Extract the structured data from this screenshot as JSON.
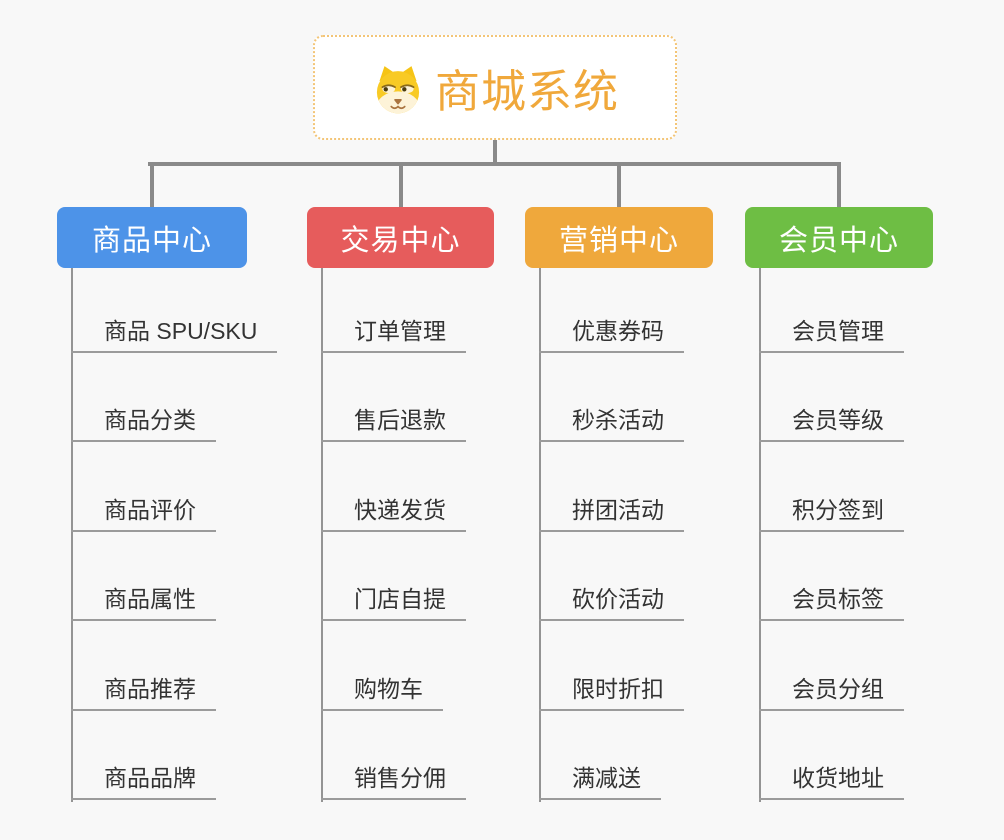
{
  "canvas": {
    "background_color": "#f8f8f8"
  },
  "root": {
    "title": "商城系统",
    "icon": "dog-face-icon",
    "text_color": "#f0a83b",
    "border_color": "#f3c577"
  },
  "connector_color": "#8a8a8a",
  "branches": [
    {
      "label": "商品中心",
      "color": "#4d93e8",
      "items": [
        "商品 SPU/SKU",
        "商品分类",
        "商品评价",
        "商品属性",
        "商品推荐",
        "商品品牌"
      ]
    },
    {
      "label": "交易中心",
      "color": "#e65c5c",
      "items": [
        "订单管理",
        "售后退款",
        "快递发货",
        "门店自提",
        "购物车",
        "销售分佣"
      ]
    },
    {
      "label": "营销中心",
      "color": "#efa83c",
      "items": [
        "优惠券码",
        "秒杀活动",
        "拼团活动",
        "砍价活动",
        "限时折扣",
        "满减送"
      ]
    },
    {
      "label": "会员中心",
      "color": "#6ebe44",
      "items": [
        "会员管理",
        "会员等级",
        "积分签到",
        "会员标签",
        "会员分组",
        "收货地址"
      ]
    }
  ]
}
